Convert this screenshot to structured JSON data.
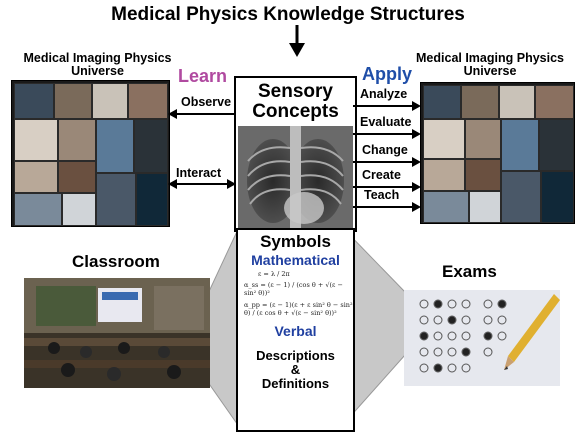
{
  "title": "Medical Physics Knowledge Structures",
  "left_header": "Medical Imaging Physics Universe",
  "right_header": "Medical Imaging Physics Universe",
  "learn": "Learn",
  "apply": "Apply",
  "left_verbs": [
    "Observe",
    "Interact"
  ],
  "right_verbs": [
    "Analyze",
    "Evaluate",
    "Change",
    "Create",
    "Teach"
  ],
  "center_title": "Sensory Concepts",
  "symbols": {
    "title": "Symbols",
    "mathematical": "Mathematical",
    "verbal": "Verbal",
    "descriptions": "Descriptions",
    "amp": "&",
    "definitions": "Definitions",
    "equations": [
      "ε = λ / 2π",
      "α_ss = (ε − 1) / (cos θ + √(ε − sin² θ))²",
      "α_pp = (ε − 1)(ε + ε sin² θ − sin² θ) / (ε cos θ + √(ε − sin² θ))²"
    ]
  },
  "classroom": "Classroom",
  "exams": "Exams",
  "colors": {
    "learn": "#b04aa0",
    "apply": "#1f4ea8",
    "blue_text": "#1f3fa0"
  }
}
